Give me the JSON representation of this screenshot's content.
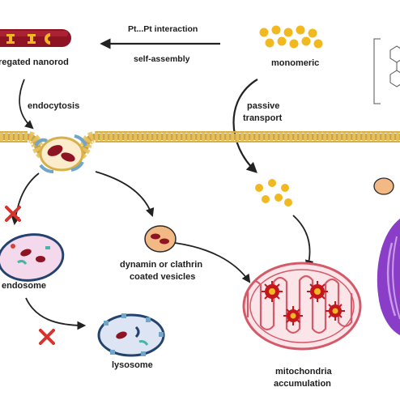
{
  "labels": {
    "pt_interaction": "Pt...Pt interaction",
    "self_assembly": "self-assembly",
    "aggregated_nanorod": "regated nanorod",
    "monomeric": "monomeric",
    "endocytosis": "endocytosis",
    "passive_transport_1": "passive",
    "passive_transport_2": "transport",
    "endosome": "endosome",
    "lysosome": "lysosome",
    "vesicles_1": "dynamin or clathrin",
    "vesicles_2": "coated vesicles",
    "mito_1": "mitochondria",
    "mito_2": "accumulation"
  },
  "colors": {
    "nanorod_red": "#8e1424",
    "monomer_yellow": "#f2b81f",
    "membrane_head": "#e8c25c",
    "membrane_tail": "#c9a24a",
    "clathrin_blue": "#6fa6c9",
    "endosome_fill": "#f4d8ec",
    "organelle_outline": "#23436e",
    "lysosome_fill": "#dde4f3",
    "vesicle_fill": "#f3b985",
    "mito_outline": "#d45a6a",
    "mito_fill": "#fbe5e8",
    "nucleus_purple": "#8a3ec8",
    "block_red": "#d6332d",
    "arrow": "#222222"
  }
}
